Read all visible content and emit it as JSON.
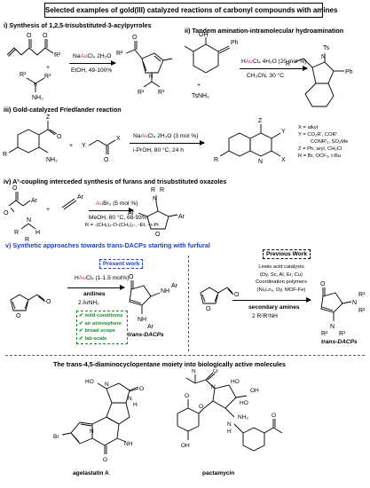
{
  "header": {
    "title": "Selected examples of gold(III) catalyzed reactions of carbonyl compounds with amines"
  },
  "section1": {
    "title": "i) Synthesis of 1,2,5-trisubstituted-3-acylpyrroles",
    "reagent_prefix": "Na",
    "reagent_au": "Au",
    "reagent_suffix": "Cl₄ 2H₂O",
    "conditions": "EtOH, 49-100%",
    "labels": [
      "O",
      "O",
      "R²",
      "R¹",
      "R³",
      "NH₂",
      "+",
      "H",
      "R²",
      "O",
      "R¹",
      "R³",
      "N"
    ]
  },
  "section2": {
    "title": "ii) Tandem amination-intramolecular hydroamination",
    "reagent_prefix": "H",
    "reagent_au": "Au",
    "reagent_suffix": "Cl₄ 4H₂O (20 mol %)",
    "conditions": "CH₃CN, 30 °C",
    "labels": [
      "OH",
      "Ph",
      "+",
      "TsNH₂",
      "R",
      "N",
      "Ts",
      "Ph"
    ]
  },
  "section3": {
    "title": "iii) Gold-catalyzed Friedlander reaction",
    "reagent_prefix": "Na",
    "reagent_au": "Au",
    "reagent_suffix": "Cl₄ 2H₂O (3 mol %)",
    "conditions": "i-PrOH, 80 °C, 24 h",
    "labels": [
      "Z",
      "O",
      "R",
      "NH₂",
      "+",
      "Y",
      "O",
      "X",
      "Z",
      "Y",
      "R",
      "N",
      "X"
    ],
    "legend": [
      "X = alkyl",
      "Y = CO₂R', COR'",
      "CONR'₂, SO₂Me",
      "Z = Ph, aryl, CH₂Cl",
      "R = Br, OCF₃, t-Bu"
    ]
  },
  "section4": {
    "title": "iv) A³-coupling interceded synthesis of furans and trisubstituted oxazoles",
    "reagent_au": "Au",
    "reagent_suffix": "Br₃ (5 mol %)",
    "conditions": "MeOH, 60 °C, 68-93%",
    "r_def": "R = -(CH₂)₂-O-(CH₂)₂-, -Et, -n-Pr",
    "labels": [
      "O",
      "Ar",
      "O",
      "+",
      "Ar",
      "R",
      "N",
      "H",
      "R",
      "R",
      "N",
      "R",
      "Ar",
      "O",
      "Ar"
    ]
  },
  "section5": {
    "title": "v) Synthetic approaches towards trans-DACPs starting with furfural",
    "present_work": "Present work",
    "reagent_prefix": "H",
    "reagent_au": "Au",
    "reagent_suffix": "Cl₄ (1-1.5 mol%)",
    "reagent2": "anilines",
    "reagent3": "2 ArNH₂",
    "product": "trans-DACPs",
    "product_labels": [
      "O",
      "NH",
      "Ar",
      "NH",
      "Ar"
    ],
    "features": [
      "mild conditions",
      "air atmosphere",
      "broad scope",
      "lab-scale"
    ],
    "previous_work": "Previous Work",
    "prev_lines": [
      "Lewis acid catalysts",
      "(Dy, Sc, Al, Er, Cu)",
      "Coordination polymers",
      "(Ni₂Ln₂, Dy, MOF-Fe)"
    ],
    "prev_reagent": "secondary amines",
    "prev_reagent2": "2 R²R¹NH",
    "prev_product": "trans-DACPs",
    "prev_labels": [
      "O",
      "N",
      "R¹",
      "R²",
      "N",
      "R²",
      "R¹"
    ],
    "furfural_labels": [
      "O",
      "O",
      "O",
      "O"
    ]
  },
  "section6": {
    "title": "The trans-4,5-diaminocyclopentane moiety into biologically active molecules",
    "mol1": "agelastatin A",
    "mol2": "pactamycin",
    "mol1_labels": [
      "HO",
      "N",
      "O",
      "H",
      "N",
      "Br",
      "N",
      "NH",
      "O",
      "O",
      "NH"
    ],
    "mol2_labels": [
      "N",
      "O",
      "N",
      "HO",
      "HO",
      "OH",
      "NH₂",
      "OH",
      "O",
      "O",
      "N",
      "H",
      "O"
    ]
  }
}
